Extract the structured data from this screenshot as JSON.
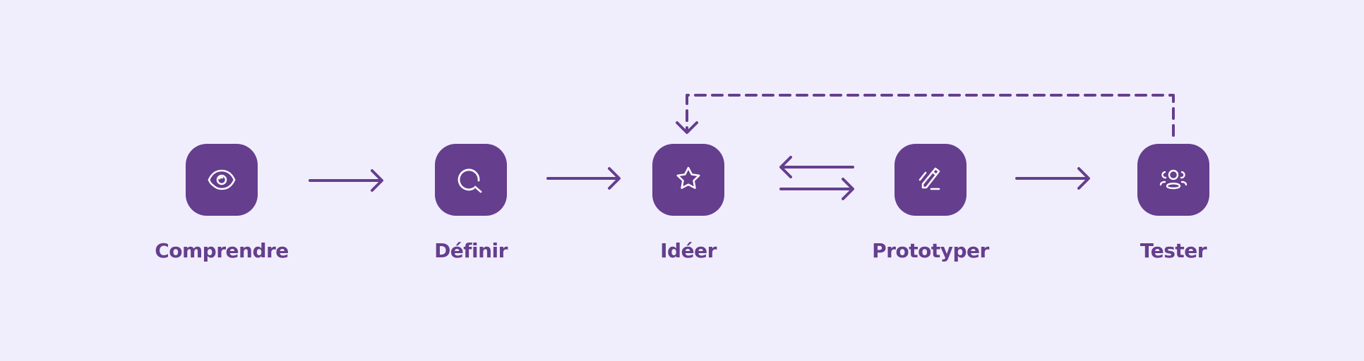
{
  "colors": {
    "background": "#F0EEFC",
    "accent": "#653E8E",
    "icon_stroke": "#FFFFFF"
  },
  "steps": [
    {
      "label": "Comprendre",
      "icon": "eye-icon"
    },
    {
      "label": "Définir",
      "icon": "magnifier-icon"
    },
    {
      "label": "Idéer",
      "icon": "star-icon"
    },
    {
      "label": "Prototyper",
      "icon": "pencil-icon"
    },
    {
      "label": "Tester",
      "icon": "users-icon"
    }
  ],
  "connections": [
    {
      "from": "Comprendre",
      "to": "Définir",
      "style": "solid"
    },
    {
      "from": "Définir",
      "to": "Idéer",
      "style": "solid"
    },
    {
      "from": "Idéer",
      "to": "Prototyper",
      "style": "solid-bidirectional"
    },
    {
      "from": "Prototyper",
      "to": "Tester",
      "style": "solid"
    },
    {
      "from": "Tester",
      "to": "Idéer",
      "style": "dashed-loop"
    }
  ]
}
